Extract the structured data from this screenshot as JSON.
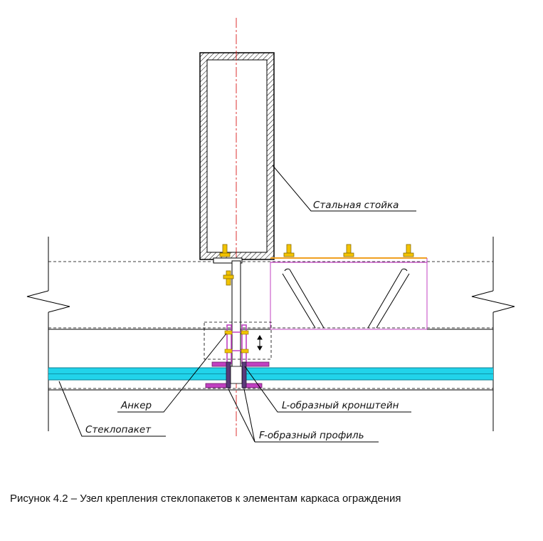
{
  "labels": {
    "steel_post": "Стальная стойка",
    "anchor": "Анкер",
    "glass_unit": "Стеклопакет",
    "l_bracket": "L-образный кронштейн",
    "f_profile": "F-образный профиль"
  },
  "caption": "Рисунок 4.2 – Узел крепления стеклопакетов к элементам каркаса ограждения",
  "colors": {
    "line": "#000000",
    "axis": "#d40000",
    "glass": "#21d3ea",
    "bracket": "#c040c0",
    "bolt": "#f2c300",
    "orange": "#f0a020"
  }
}
